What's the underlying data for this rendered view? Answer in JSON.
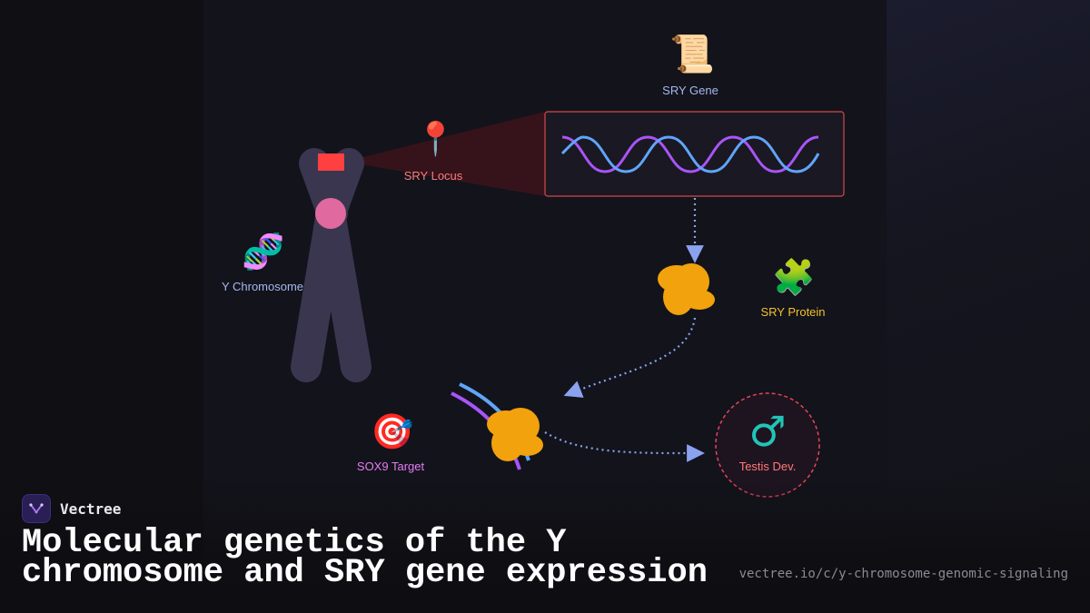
{
  "diagram": {
    "labels": {
      "y_chromosome": "Y Chromosome",
      "sry_locus": "SRY Locus",
      "sry_gene": "SRY Gene",
      "sry_protein": "SRY Protein",
      "sox9_target": "SOX9 Target",
      "testis_dev": "Testis Dev."
    },
    "icons": {
      "y_chromosome": "dna-icon",
      "sry_locus": "pushpin-icon",
      "sry_gene": "scroll-icon",
      "sry_protein": "puzzle-icon",
      "sox9_target": "target-icon",
      "testis_dev": "male-sign-icon"
    },
    "glyphs": {
      "y_chromosome": "🧬",
      "sry_locus": "📍",
      "sry_gene": "📜",
      "sry_protein": "🧩",
      "sox9_target": "🎯",
      "testis_dev": "♂"
    },
    "colors": {
      "chromosome": "#3a3650",
      "centromere": "#e06aa0",
      "locus_marker": "#ff4040",
      "gene_box_border": "#d24a4a",
      "helix_a": "#a855f7",
      "helix_b": "#60a5fa",
      "protein": "#f2a20c",
      "arrow": "#8aa2f0",
      "label_blue": "#a6b8f0",
      "label_red": "#ff7a7a",
      "label_gold": "#f2c12e",
      "label_violet": "#e37cf5",
      "testis_circle": "#e5455a",
      "testis_icon": "#22c4b6"
    }
  },
  "footer": {
    "brand_name": "Vectree",
    "title": "Molecular genetics of the Y chromosome and SRY gene expression",
    "url": "vectree.io/c/y-chromosome-genomic-signaling"
  }
}
